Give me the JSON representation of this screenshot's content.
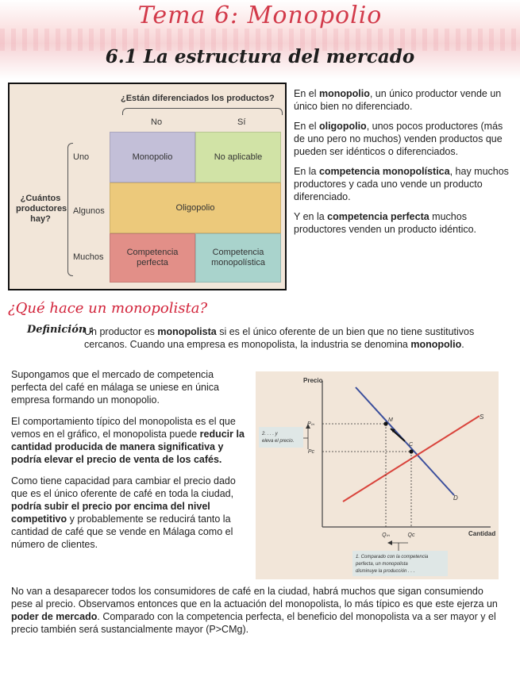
{
  "header": {
    "title": "Tema 6: Monopolio",
    "subtitle": "6.1 La estructura del mercado"
  },
  "table_figure": {
    "question_top": "¿Están diferenciados los productos?",
    "col_no": "No",
    "col_si": "Sí",
    "question_left": "¿Cuántos productores hay?",
    "row_uno": "Uno",
    "row_algunos": "Algunos",
    "row_muchos": "Muchos",
    "cell_monopolio": "Monopolio",
    "cell_no_aplicable": "No aplicable",
    "cell_oligopolio": "Oligopolio",
    "cell_comp_perfecta": "Competencia perfecta",
    "cell_comp_monopolistica": "Competencia monopolística",
    "colors": {
      "monopolio": "#c3bfd8",
      "no_aplicable": "#d1e3a6",
      "oligopolio": "#ecc97b",
      "comp_perfecta": "#e28f88",
      "comp_monopolistica": "#a9d3cc"
    }
  },
  "side_text": {
    "p1_a": "En el ",
    "p1_b": "monopolio",
    "p1_c": ", un único productor vende un único bien no diferenciado.",
    "p2_a": "En el ",
    "p2_b": "oligopolio",
    "p2_c": ", unos pocos productores (más de uno pero no muchos) venden productos que pueden ser idénticos o diferenciados.",
    "p3_a": "En la ",
    "p3_b": "competencia monopolística",
    "p3_c": ", hay muchos productores y cada uno vende un producto diferenciado.",
    "p4_a": "Y en la ",
    "p4_b": "competencia perfecta",
    "p4_c": " muchos productores venden un producto idéntico."
  },
  "section": {
    "heading": "¿Qué hace un monopolista?",
    "def_label": "Definición :",
    "def_a": "Un productor es ",
    "def_b": "monopolista",
    "def_c": " si es el único oferente de un bien que no tiene sustitutivos cercanos. Cuando una empresa es monopolista, la industria se denomina ",
    "def_d": "monopolio",
    "def_e": "."
  },
  "left_text": {
    "p1": "Supongamos que el mercado de competencia perfecta del café en málaga se uniese en única empresa formando un monopolio.",
    "p2_a": "El comportamiento típico del monopolista es el que vemos en el gráfico, el monopolista puede ",
    "p2_b": "reducir la cantidad producida de manera significativa y podría elevar el precio de venta de los cafés.",
    "p3_a": "Como tiene capacidad para cambiar el precio dado que es el único oferente de café en toda la ciudad, ",
    "p3_b": "podría subir el precio por encima del nivel competitivo",
    "p3_c": " y probablemente se reducirá tanto la cantidad de café que se vende en Málaga como el número de clientes."
  },
  "graph": {
    "ylabel": "Precio",
    "xlabel": "Cantidad",
    "pm": "Pₘ",
    "pc": "Pᴄ",
    "qm": "Qₘ",
    "qc": "Qᴄ",
    "pt_m": "M",
    "pt_c": "C",
    "supply": "S",
    "demand": "D",
    "note2": "2. . . . y eleva el precio.",
    "note1": "1. Comparado con la competencia perfecta, un monopolista disminuye la producción . . .",
    "colors": {
      "supply": "#d9443c",
      "demand": "#3b4f9c",
      "notebox": "#dfe7e6"
    }
  },
  "bottom_text": {
    "a": "No van a desaparecer todos los consumidores de café en la ciudad, habrá muchos que sigan consumiendo pese al precio. Observamos entonces que en la actuación del monopolista, lo más típico es que este ejerza un ",
    "b": "poder de mercado",
    "c": ". Comparado con la competencia perfecta, el beneficio del monopolista va a ser mayor y el precio también será sustancialmente mayor (P>CMg)."
  }
}
